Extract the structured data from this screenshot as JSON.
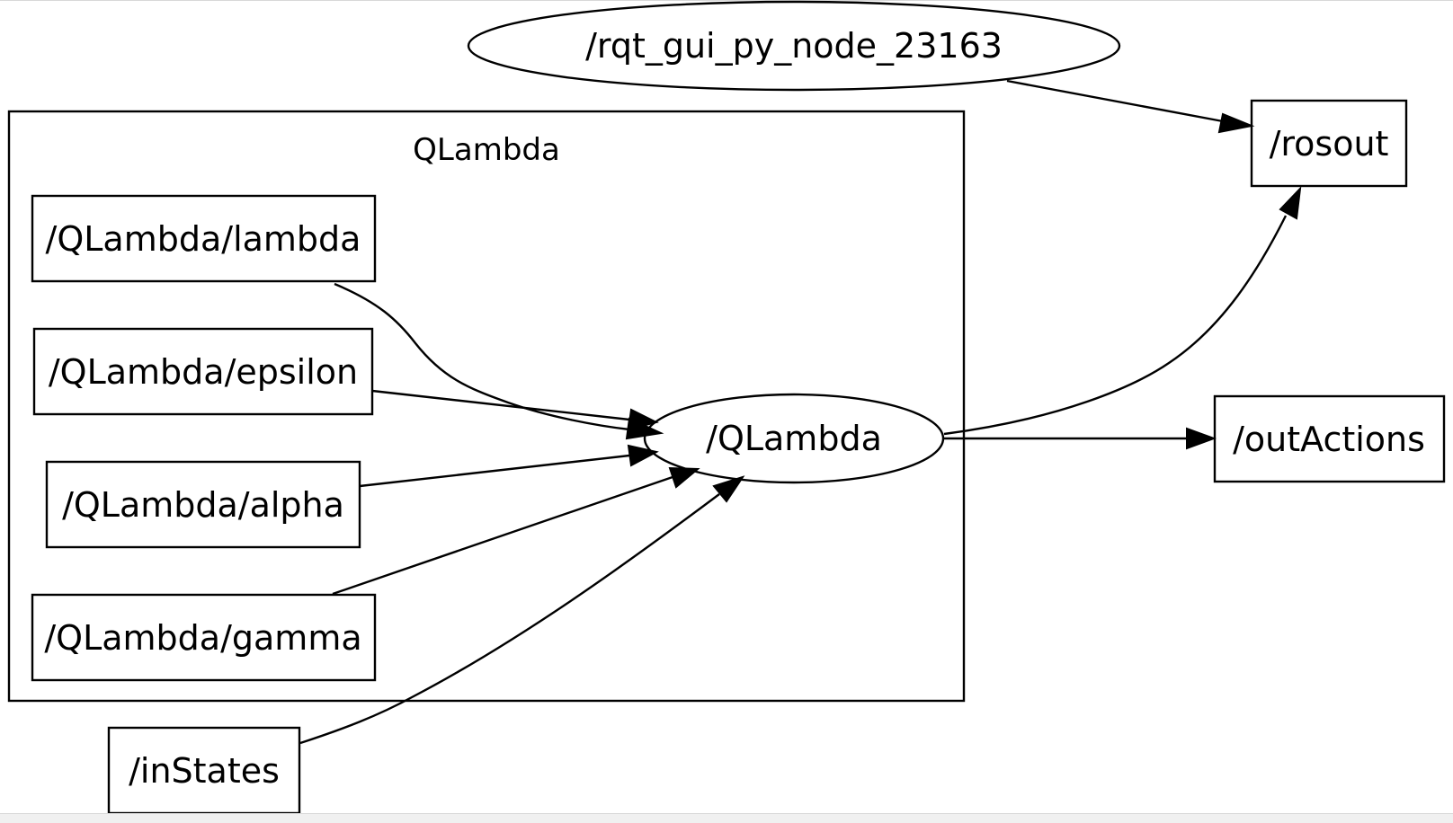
{
  "graph": {
    "cluster": {
      "label": "QLambda"
    },
    "nodes": {
      "rqt_gui": "/rqt_gui_py_node_23163",
      "rosout": "/rosout",
      "lambda": "/QLambda/lambda",
      "epsilon": "/QLambda/epsilon",
      "alpha": "/QLambda/alpha",
      "gamma": "/QLambda/gamma",
      "qlambda": "/QLambda",
      "outActions": "/outActions",
      "inStates": "/inStates"
    },
    "edges": [
      {
        "from": "/rqt_gui_py_node_23163",
        "to": "/rosout"
      },
      {
        "from": "/QLambda/lambda",
        "to": "/QLambda"
      },
      {
        "from": "/QLambda/epsilon",
        "to": "/QLambda"
      },
      {
        "from": "/QLambda/alpha",
        "to": "/QLambda"
      },
      {
        "from": "/QLambda/gamma",
        "to": "/QLambda"
      },
      {
        "from": "/inStates",
        "to": "/QLambda"
      },
      {
        "from": "/QLambda",
        "to": "/rosout"
      },
      {
        "from": "/QLambda",
        "to": "/outActions"
      }
    ]
  }
}
